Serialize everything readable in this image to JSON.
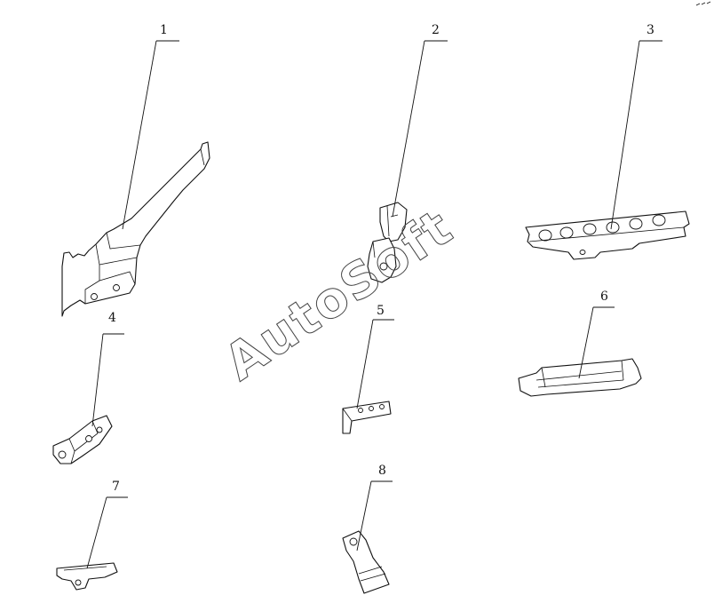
{
  "callouts": [
    {
      "id": 1,
      "label": "1"
    },
    {
      "id": 2,
      "label": "2"
    },
    {
      "id": 3,
      "label": "3"
    },
    {
      "id": 4,
      "label": "4"
    },
    {
      "id": 5,
      "label": "5"
    },
    {
      "id": 6,
      "label": "6"
    },
    {
      "id": 7,
      "label": "7"
    },
    {
      "id": 8,
      "label": "8"
    }
  ],
  "watermark": "AutoSoft"
}
